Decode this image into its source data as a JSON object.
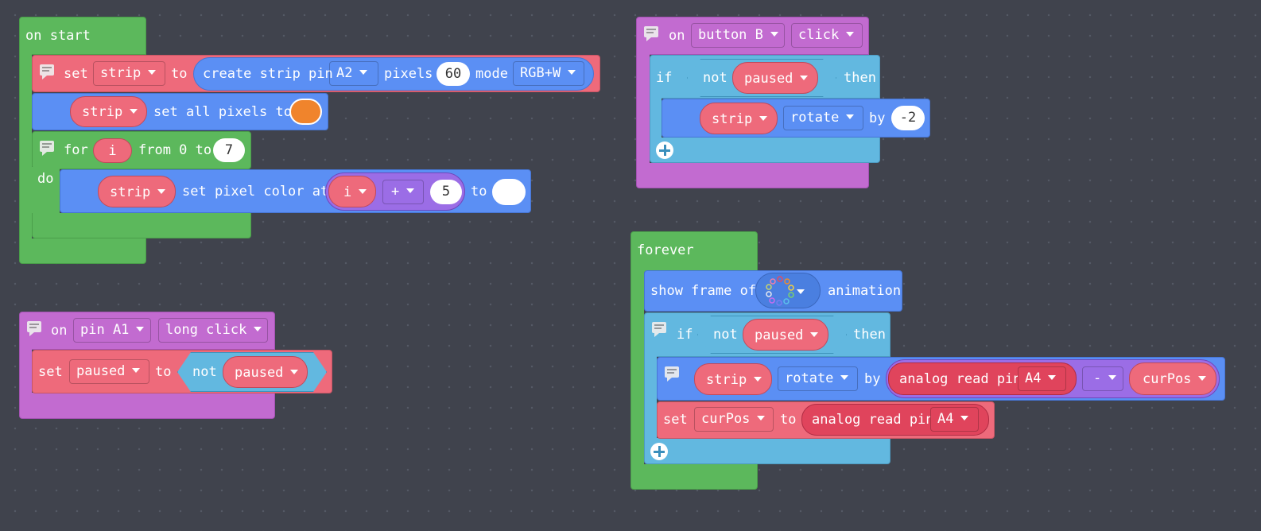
{
  "on_start": {
    "hat_label": "on start",
    "set_label": "set",
    "strip_var": "strip",
    "to_label": "to",
    "create_label": "create strip pin",
    "pin_value": "A2",
    "pixels_label": "pixels",
    "pixels_value": "60",
    "mode_label": "mode",
    "mode_value": "RGB+W",
    "set_all_strip": "strip",
    "set_all_label": "set all pixels to",
    "set_all_color": "#f0842c",
    "for_label": "for",
    "for_var": "i",
    "from_label": "from 0 to",
    "for_end": "7",
    "do_label": "do",
    "pixel_strip": "strip",
    "pixel_label": "set pixel color at",
    "pixel_var": "i",
    "pixel_op": "+",
    "pixel_offset": "5",
    "pixel_to_label": "to",
    "pixel_color": "#ffffff"
  },
  "on_pin_a1": {
    "on_label": "on",
    "pin_value": "pin A1",
    "event_value": "long click",
    "set_label": "set",
    "var_value": "paused",
    "to_label": "to",
    "not_label": "not",
    "not_var": "paused"
  },
  "on_button_b": {
    "on_label": "on",
    "button_value": "button B",
    "event_value": "click",
    "if_label": "if",
    "not_label": "not",
    "not_var": "paused",
    "then_label": "then",
    "strip_var": "strip",
    "rotate_value": "rotate",
    "by_label": "by",
    "by_value": "-2"
  },
  "forever": {
    "hat_label": "forever",
    "show_label": "show frame of",
    "animation_label": "animation",
    "animation_icon": "rainbow-ring-icon",
    "if_label": "if",
    "not_label": "not",
    "not_var": "paused",
    "then_label": "then",
    "strip_var": "strip",
    "rotate_value": "rotate",
    "by_label": "by",
    "analog_label": "analog read pin",
    "analog_pin": "A4",
    "op_value": "-",
    "curpos_var": "curPos",
    "set_label": "set",
    "set_var": "curPos",
    "set_to_label": "to",
    "set_analog_label": "analog read pin",
    "set_analog_pin": "A4"
  },
  "colors": {
    "background": "#40434d",
    "events": "#c26bd0",
    "loops": "#5cb85c",
    "variables": "#ee6a7b",
    "light": "#5b8ff4",
    "logic": "#62b8e0",
    "math": "#9b6de6",
    "input": "#e0445c"
  }
}
